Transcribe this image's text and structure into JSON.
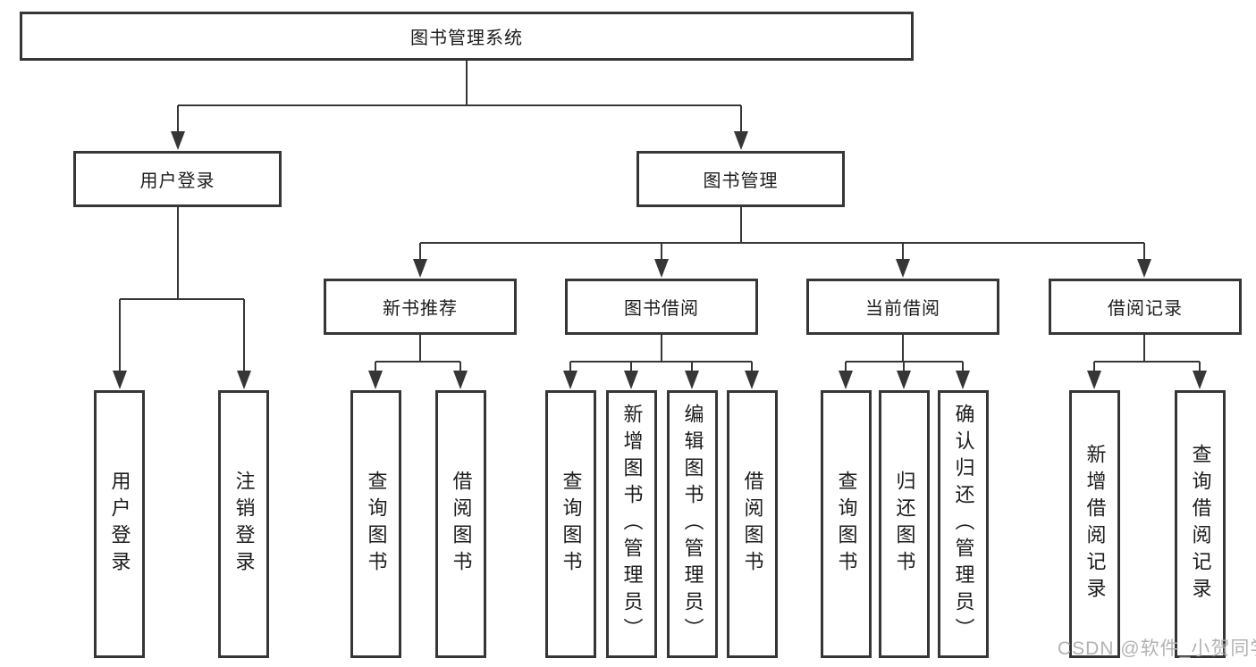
{
  "tree": {
    "root": "图书管理系统",
    "children": [
      {
        "label": "用户登录",
        "children": [
          "用户登录",
          "注销登录"
        ]
      },
      {
        "label": "图书管理",
        "children": [
          {
            "label": "新书推荐",
            "children": [
              "查询图书",
              "借阅图书"
            ]
          },
          {
            "label": "图书借阅",
            "children": [
              "查询图书",
              "新增图书（管理员）",
              "编辑图书（管理员）",
              "借阅图书"
            ]
          },
          {
            "label": "当前借阅",
            "children": [
              "查询图书",
              "归还图书",
              "确认归还（管理员）"
            ]
          },
          {
            "label": "借阅记录",
            "children": [
              "新增借阅记录",
              "查询借阅记录"
            ]
          }
        ]
      }
    ]
  },
  "watermark": "CSDN @软件_小贺同学",
  "colors": {
    "line": "#363636",
    "box_border": "#363636",
    "text": "#1c1c1c",
    "watermark": "#b3b3b3",
    "background": "#ffffff"
  }
}
